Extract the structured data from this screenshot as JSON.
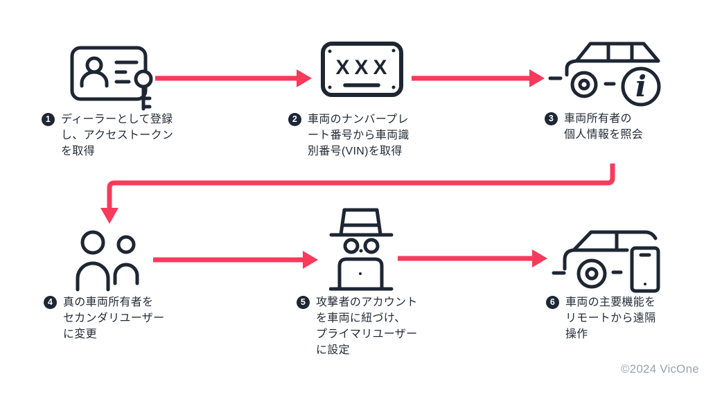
{
  "diagram": {
    "steps": [
      {
        "number": "1",
        "icon": "id-card-key-icon",
        "lines": [
          "ディーラーとして登録",
          "し、アクセストークン",
          "を取得"
        ]
      },
      {
        "number": "2",
        "icon": "license-plate-icon",
        "plate_text": "XXX",
        "lines": [
          "車両のナンバープレ",
          "ート番号から車両識",
          "別番号(VIN)を取得"
        ]
      },
      {
        "number": "3",
        "icon": "car-info-icon",
        "info_symbol": "i",
        "lines": [
          "車両所有者の",
          "個人情報を照会"
        ]
      },
      {
        "number": "4",
        "icon": "two-users-icon",
        "lines": [
          "真の車両所有者を",
          "セカンダリユーザー",
          "に変更"
        ]
      },
      {
        "number": "5",
        "icon": "hacker-laptop-icon",
        "lines": [
          "攻撃者のアカウント",
          "を車両に紐づけ、",
          "プライマリユーザー",
          "に設定"
        ]
      },
      {
        "number": "6",
        "icon": "car-phone-icon",
        "lines": [
          "車両の主要機能を",
          "リモートから遠隔",
          "操作"
        ]
      }
    ],
    "footer": {
      "copyright": "©2024 VicOne"
    },
    "colors": {
      "arrow_red": "#F93A5B",
      "icon_dark": "#1E2633",
      "footer_gray": "#99A3B2",
      "background": "#FFFFFF"
    }
  }
}
